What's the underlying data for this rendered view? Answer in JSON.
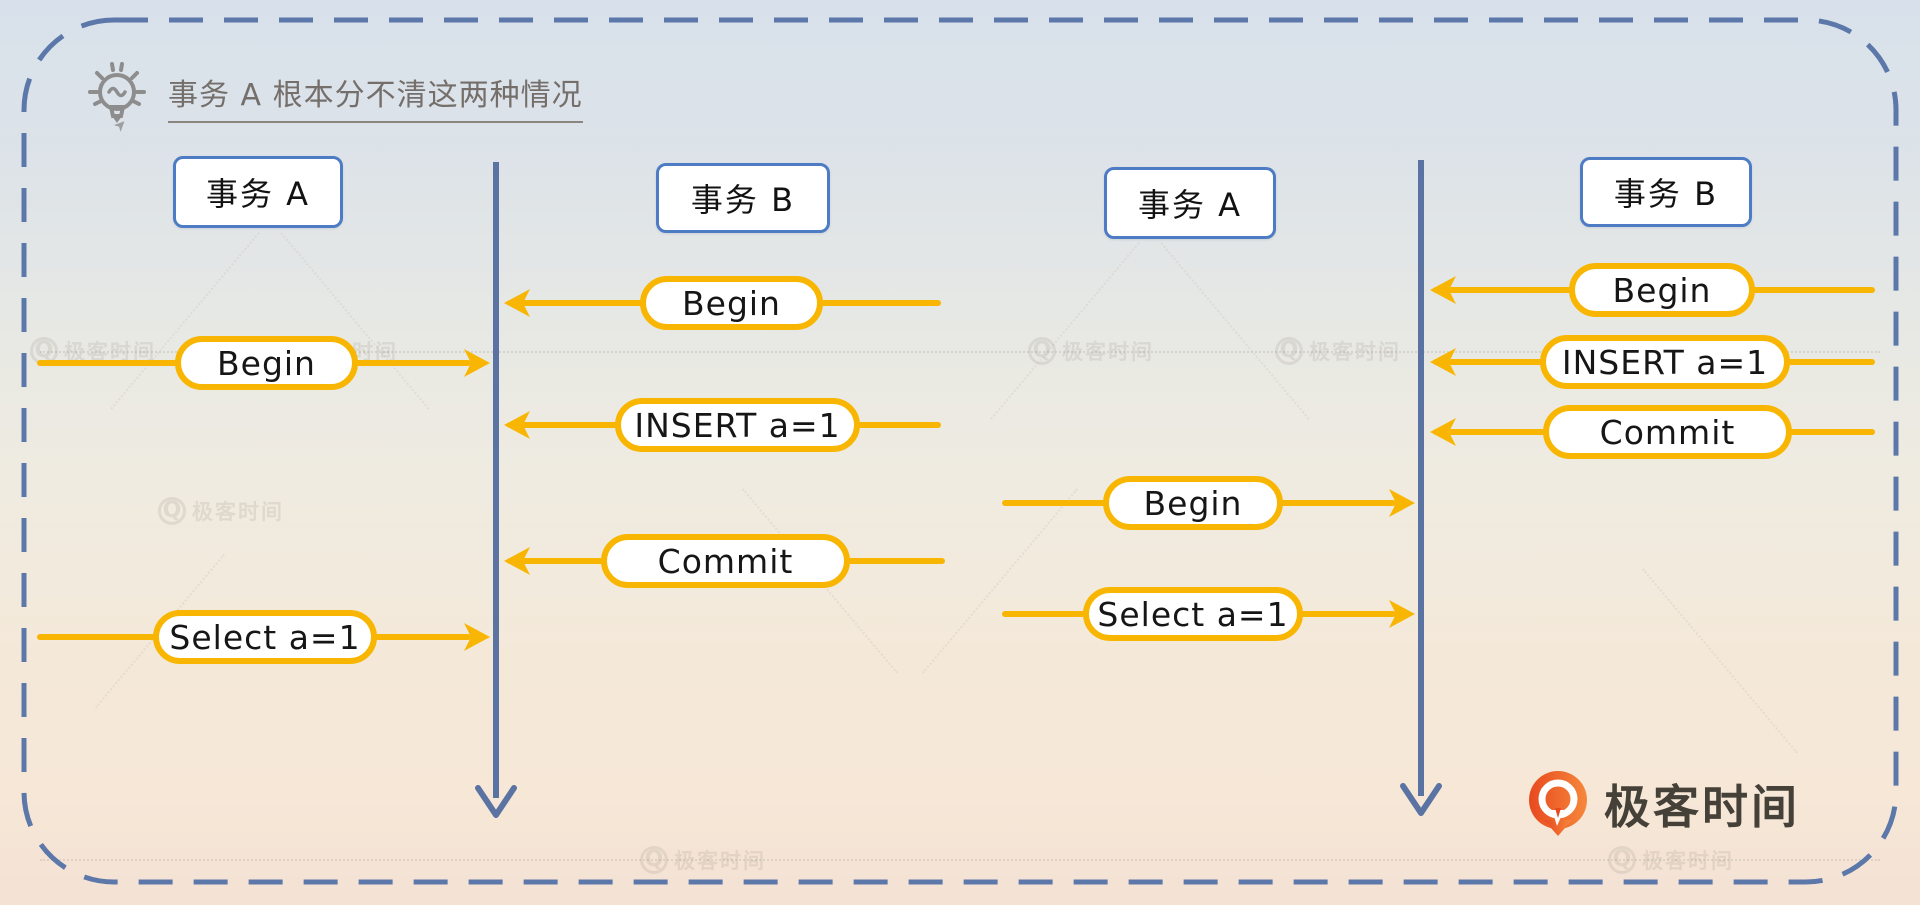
{
  "title": {
    "text": "事务 A 根本分不清这两种情况"
  },
  "diagrams": {
    "left": {
      "actor_a": "事务 A",
      "actor_b": "事务 B",
      "pills": {
        "b_begin": "Begin",
        "a_begin": "Begin",
        "b_insert": "INSERT a=1",
        "b_commit": "Commit",
        "a_select": "Select a=1"
      }
    },
    "right": {
      "actor_a": "事务 A",
      "actor_b": "事务 B",
      "pills": {
        "b_begin": "Begin",
        "b_insert": "INSERT a=1",
        "b_commit": "Commit",
        "a_begin": "Begin",
        "a_select": "Select a=1"
      }
    }
  },
  "brand": {
    "text": "极客时间"
  },
  "watermark": {
    "q": "Q",
    "text": "极客时间"
  },
  "colors": {
    "accent_yellow": "#F8B602",
    "timeline_blue": "#5A73A3",
    "box_border_blue": "#4D7CC4",
    "dashed_border_blue": "#5C77A9",
    "brand_orange": "#F2592B",
    "title_gray": "#756F6B"
  }
}
